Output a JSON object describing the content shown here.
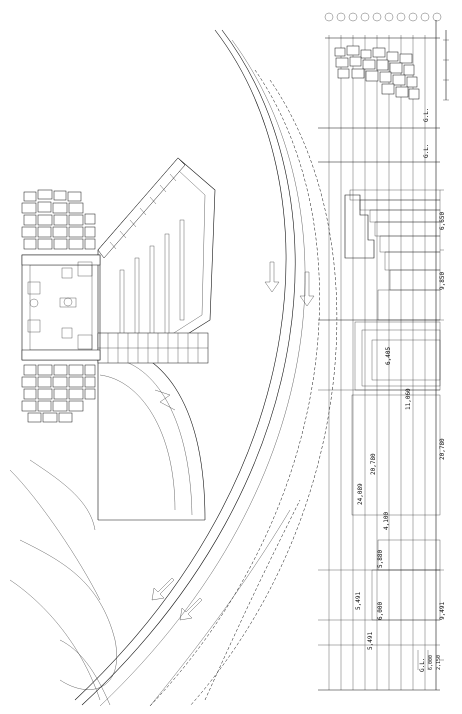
{
  "sheet": {
    "level_labels": {
      "gl_top": "G.L.",
      "gl_mid": "G.L.",
      "gl_bottom": "G.L."
    },
    "dimensions": [
      {
        "id": "d1",
        "text": "6,650"
      },
      {
        "id": "d2",
        "text": "9,850"
      },
      {
        "id": "d3",
        "text": "20,780"
      },
      {
        "id": "d4",
        "text": "9,491"
      },
      {
        "id": "d5",
        "text": "6,405"
      },
      {
        "id": "d6",
        "text": "11,060"
      },
      {
        "id": "d7",
        "text": "20,780"
      },
      {
        "id": "d8",
        "text": "24,089"
      },
      {
        "id": "d9",
        "text": "4,100"
      },
      {
        "id": "d10",
        "text": "5,880"
      },
      {
        "id": "d11",
        "text": "5,491"
      },
      {
        "id": "d12",
        "text": "6,000"
      },
      {
        "id": "d13",
        "text": "5,491"
      }
    ],
    "small_labels": {
      "lbl_a": "6,000",
      "lbl_b": "2,150"
    }
  }
}
